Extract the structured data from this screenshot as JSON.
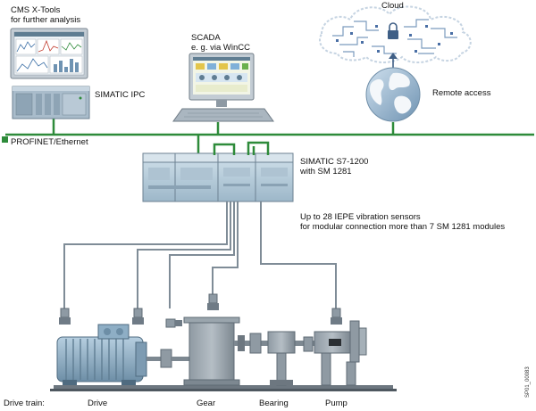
{
  "labels": {
    "cms_line1": "CMS X-Tools",
    "cms_line2": "for further analysis",
    "ipc": "SIMATIC IPC",
    "scada_line1": "SCADA",
    "scada_line2": "e. g. via WinCC",
    "cloud": "Cloud",
    "remote_access": "Remote access",
    "profinet": "PROFINET/Ethernet",
    "plc_line1": "SIMATIC S7-1200",
    "plc_line2": "with SM 1281",
    "sensors_line1": "Up to 28 IEPE vibration sensors",
    "sensors_line2": "for modular connection more than 7 SM 1281 modules",
    "drive_train": "Drive train:",
    "drive": "Drive",
    "gear": "Gear",
    "bearing": "Bearing",
    "pump": "Pump",
    "figure_code": "SP01_00083"
  },
  "colors": {
    "network": "#2e8b3a",
    "cable": "#7f8c97",
    "device_blue": "#9fb9cc",
    "device_dark": "#5f7d92",
    "cloud": "#4a6fa5"
  }
}
